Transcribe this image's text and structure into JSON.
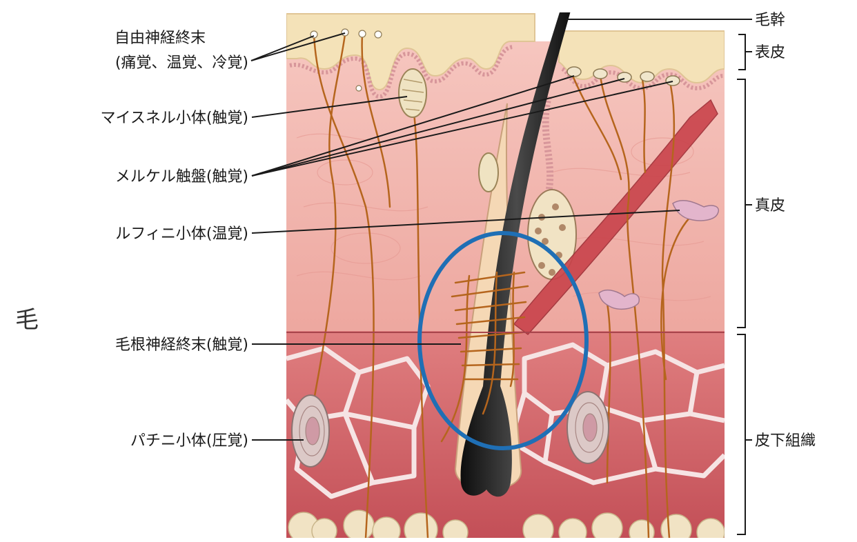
{
  "side_label": "毛",
  "left_labels": {
    "free_nerve_endings_line1": "自由神経終末",
    "free_nerve_endings_line2": "(痛覚、温覚、冷覚)",
    "meissner": "マイスネル小体(触覚)",
    "merkel": "メルケル触盤(触覚)",
    "ruffini": "ルフィニ小体(温覚)",
    "hair_root_nerve": "毛根神経終末(触覚)",
    "pacinian": "パチニ小体(圧覚)"
  },
  "right_labels": {
    "hair_shaft": "毛幹",
    "epidermis": "表皮",
    "dermis": "真皮",
    "subcutaneous": "皮下組織"
  },
  "highlight": {
    "shape": "ellipse",
    "color": "#1f6fb5",
    "target": "毛根神経終末"
  },
  "colors": {
    "epidermis": "#f4e2b8",
    "dermis": "#f3b9b3",
    "subcutaneous": "#d66b6f",
    "nerve": "#b5651d",
    "hair": "#1e1e1e"
  }
}
